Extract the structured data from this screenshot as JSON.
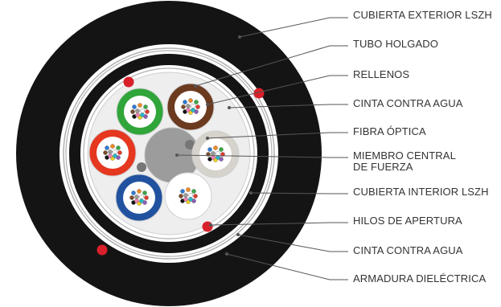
{
  "labels": [
    {
      "id": "outer-jacket",
      "text": "CUBIERTA EXTERIOR LSZH"
    },
    {
      "id": "loose-tube",
      "text": "TUBO HOLGADO"
    },
    {
      "id": "fillers",
      "text": "RELLENOS"
    },
    {
      "id": "water-tape-inner",
      "text": "CINTA CONTRA AGUA"
    },
    {
      "id": "optical-fiber",
      "text": "FIBRA ÓPTICA"
    },
    {
      "id": "central-member",
      "text": "MIEMBRO CENTRAL\nDE FUERZA"
    },
    {
      "id": "inner-jacket",
      "text": "CUBIERTA INTERIOR LSZH"
    },
    {
      "id": "ripcords",
      "text": "HILOS DE APERTURA"
    },
    {
      "id": "water-tape-outer",
      "text": "CINTA CONTRA AGUA"
    },
    {
      "id": "dielectric-armor",
      "text": "ARMADURA DIELÉCTRICA"
    }
  ],
  "colors": {
    "jacket": "#141414",
    "band": "#ffffff",
    "tape_line": "#b0b0b0",
    "core_fill": "#eeeeee",
    "central_member": "#9c9c9c",
    "ripcord": "#d9202a",
    "leader_line": "#555555",
    "tubes": [
      "#2fa53a",
      "#6b3a1f",
      "#e5381f",
      "#d6d2cc",
      "#2152a0",
      "#ffffff"
    ],
    "fibers": [
      "#2e7bd6",
      "#f08a24",
      "#3aa845",
      "#7a4a2a",
      "#9a9a9a",
      "#ffffff",
      "#e23b2e",
      "#111111",
      "#f2d21b",
      "#8e5bb5",
      "#ef7fb0",
      "#27b7c9"
    ]
  }
}
